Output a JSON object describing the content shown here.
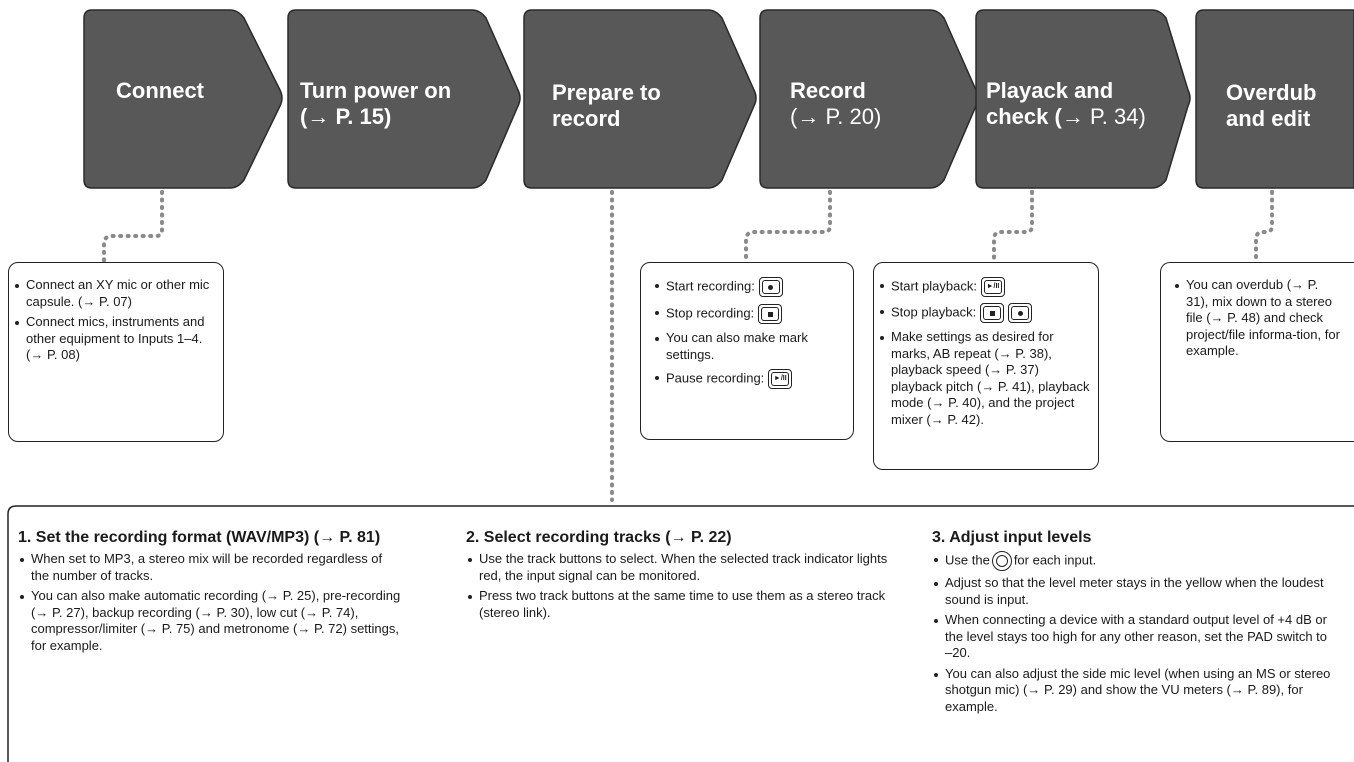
{
  "steps": [
    {
      "title": "Connect",
      "ref": ""
    },
    {
      "title": "Turn power on",
      "ref": "(→ P. 15)"
    },
    {
      "title": "Prepare to",
      "title2": "record"
    },
    {
      "title": "Record",
      "ref": "(→ P. 20)"
    },
    {
      "title": "Playack and",
      "title2": "check (",
      "ref": "→ P. 34)"
    },
    {
      "title": "Overdub",
      "title2": "and edit"
    }
  ],
  "connect_box": {
    "items": [
      "Connect an XY mic or other mic capsule. (→ P. 07)",
      "Connect mics, instruments and other equipment to Inputs 1–4. (→ P. 08)"
    ]
  },
  "record_box": {
    "start": "Start recording:",
    "stop": "Stop recording:",
    "mark": "You can also make mark settings.",
    "pause": "Pause recording:"
  },
  "play_box": {
    "start": "Start playback:",
    "stop": "Stop playback:",
    "settings": "Make settings as desired for marks, AB repeat (→ P. 38), playback speed (→ P. 37) playback pitch (→ P. 41), playback mode (→ P. 40), and the project mixer (→ P. 42)."
  },
  "overdub_box": {
    "text": "You can overdub (→ P. 31), mix down to a stereo file (→ P. 48) and check project/file informa-tion, for example."
  },
  "prepare": {
    "col1": {
      "heading": "1. Set the recording format (WAV/MP3) (→ P. 81)",
      "items": [
        "When set to MP3, a stereo mix will be recorded regardless of the number of tracks.",
        "You can also make automatic recording (→ P. 25), pre-recording (→ P. 27), backup recording (→ P. 30), low cut (→ P. 74), compressor/limiter (→ P. 75) and metronome (→ P. 72) settings, for example."
      ]
    },
    "col2": {
      "heading": "2. Select recording tracks (→ P. 22)",
      "items": [
        "Use the track buttons to select. When the selected track indicator lights red, the input signal can be monitored.",
        "Press two track buttons at the same time to use them as a stereo track (stereo link)."
      ]
    },
    "col3": {
      "heading": "3. Adjust input levels",
      "item1_pre": "Use the",
      "item1_post": "for each input.",
      "items": [
        "Adjust so that the level meter stays in the yellow when the loudest sound is input.",
        "When connecting a device with a standard output level of +4 dB or the level stays too high for any other reason, set the PAD switch to –20.",
        "You can also adjust the side mic level (when using an MS or stereo shotgun mic) (→ P. 29) and show the VU meters (→ P. 89), for example."
      ]
    }
  },
  "icons": {
    "play_pause": "►/II"
  },
  "colors": {
    "step_fill": "#585858",
    "line": "#8a8a8a"
  }
}
